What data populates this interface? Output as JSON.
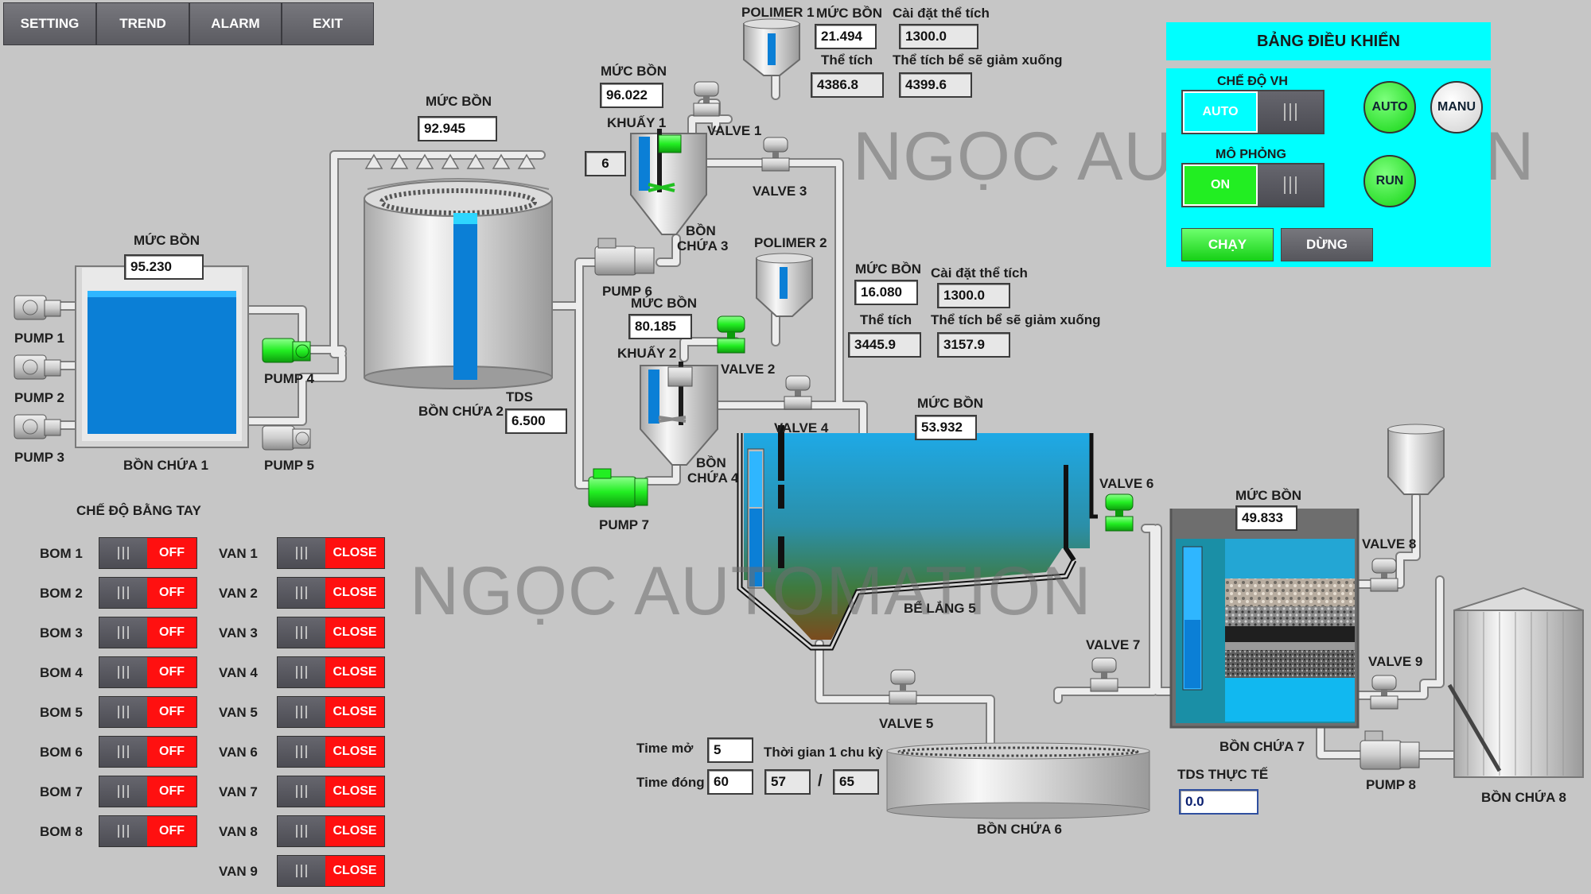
{
  "menu": {
    "setting": "SETTING",
    "trend": "TREND",
    "alarm": "ALARM",
    "exit": "EXIT"
  },
  "watermark": "NGỌC AUTOMATION",
  "tank1": {
    "name": "BỒN CHỨA 1",
    "level_label": "MỨC BỒN",
    "level": "95.230",
    "fill": 0.93
  },
  "tank2": {
    "name": "BỒN CHỨA 2",
    "level_label": "MỨC BỒN",
    "level": "92.945",
    "tds_label": "TDS",
    "tds": "6.500",
    "fill": 0.93
  },
  "tank3": {
    "name1": "BỒN",
    "name2": "CHỨA 3",
    "level_label": "MỨC BỒN",
    "level": "96.022",
    "mixer_label": "KHUẤY 1",
    "counter": "6"
  },
  "tank4": {
    "name1": "BỒN",
    "name2": "CHỨA 4",
    "level_label": "MỨC BỒN",
    "level": "80.185",
    "mixer_label": "KHUẤY 2"
  },
  "poly1": {
    "name": "POLIMER 1",
    "level_label": "MỨC BỒN",
    "level": "21.494",
    "setpoint_label": "Cài đặt thể tích",
    "setpoint": "1300.0",
    "volume_label": "Thể tích",
    "volume": "4386.8",
    "reduce_label": "Thể tích bể sẽ giảm xuống",
    "reduce": "4399.6"
  },
  "poly2": {
    "name": "POLIMER 2",
    "level_label": "MỨC BỒN",
    "level": "16.080",
    "setpoint_label": "Cài đặt thể tích",
    "setpoint": "1300.0",
    "volume_label": "Thể tích",
    "volume": "3445.9",
    "reduce_label": "Thể tích bể sẽ giảm xuống",
    "reduce": "3157.9"
  },
  "tank5": {
    "name": "BỂ LẮNG 5",
    "level_label": "MỨC BỒN",
    "level": "53.932"
  },
  "tank6": {
    "name": "BỒN CHỨA 6"
  },
  "tank7": {
    "name": "BỒN CHỨA 7",
    "level_label": "MỨC BỒN",
    "level": "49.833",
    "tds_label": "TDS THỰC TẾ",
    "tds": "0.0"
  },
  "tank8": {
    "name": "BỒN CHỨA 8"
  },
  "pumps": {
    "p1": "PUMP 1",
    "p2": "PUMP 2",
    "p3": "PUMP 3",
    "p4": "PUMP 4",
    "p5": "PUMP 5",
    "p6": "PUMP 6",
    "p7": "PUMP 7",
    "p8": "PUMP 8"
  },
  "valves": {
    "v1": "VALVE 1",
    "v2": "VALVE 2",
    "v3": "VALVE 3",
    "v4": "VALVE 4",
    "v5": "VALVE 5",
    "v6": "VALVE 6",
    "v7": "VALVE 7",
    "v8": "VALVE 8",
    "v9": "VALVE 9"
  },
  "timing": {
    "open_label": "Time mở",
    "open": "5",
    "close_label": "Time đóng",
    "close": "60",
    "cycle_label": "Thời gian 1 chu kỳ",
    "cycle_now": "57",
    "sep": "/",
    "cycle_total": "65"
  },
  "manual": {
    "title": "CHẾ ĐỘ BẰNG TAY",
    "pumps": [
      {
        "label": "BOM 1",
        "state": "OFF"
      },
      {
        "label": "BOM 2",
        "state": "OFF"
      },
      {
        "label": "BOM 3",
        "state": "OFF"
      },
      {
        "label": "BOM 4",
        "state": "OFF"
      },
      {
        "label": "BOM 5",
        "state": "OFF"
      },
      {
        "label": "BOM 6",
        "state": "OFF"
      },
      {
        "label": "BOM 7",
        "state": "OFF"
      },
      {
        "label": "BOM 8",
        "state": "OFF"
      }
    ],
    "valves": [
      {
        "label": "VAN 1",
        "state": "CLOSE"
      },
      {
        "label": "VAN 2",
        "state": "CLOSE"
      },
      {
        "label": "VAN 3",
        "state": "CLOSE"
      },
      {
        "label": "VAN 4",
        "state": "CLOSE"
      },
      {
        "label": "VAN 5",
        "state": "CLOSE"
      },
      {
        "label": "VAN 6",
        "state": "CLOSE"
      },
      {
        "label": "VAN 7",
        "state": "CLOSE"
      },
      {
        "label": "VAN 8",
        "state": "CLOSE"
      },
      {
        "label": "VAN 9",
        "state": "CLOSE"
      }
    ]
  },
  "control": {
    "title": "BẢNG ĐIỀU KHIỂN",
    "mode_label": "CHẾ ĐỘ VH",
    "mode_value": "AUTO",
    "sim_label": "MÔ PHỎNG",
    "sim_value": "ON",
    "auto": "AUTO",
    "manu": "MANU",
    "run": "RUN",
    "start": "CHẠY",
    "stop": "DỪNG"
  },
  "colors": {
    "background": "#c6c6c6",
    "panel": "#00ffff",
    "on_green": "#22ee22",
    "off_red": "#ff1010",
    "water": "#0b7fd6"
  }
}
